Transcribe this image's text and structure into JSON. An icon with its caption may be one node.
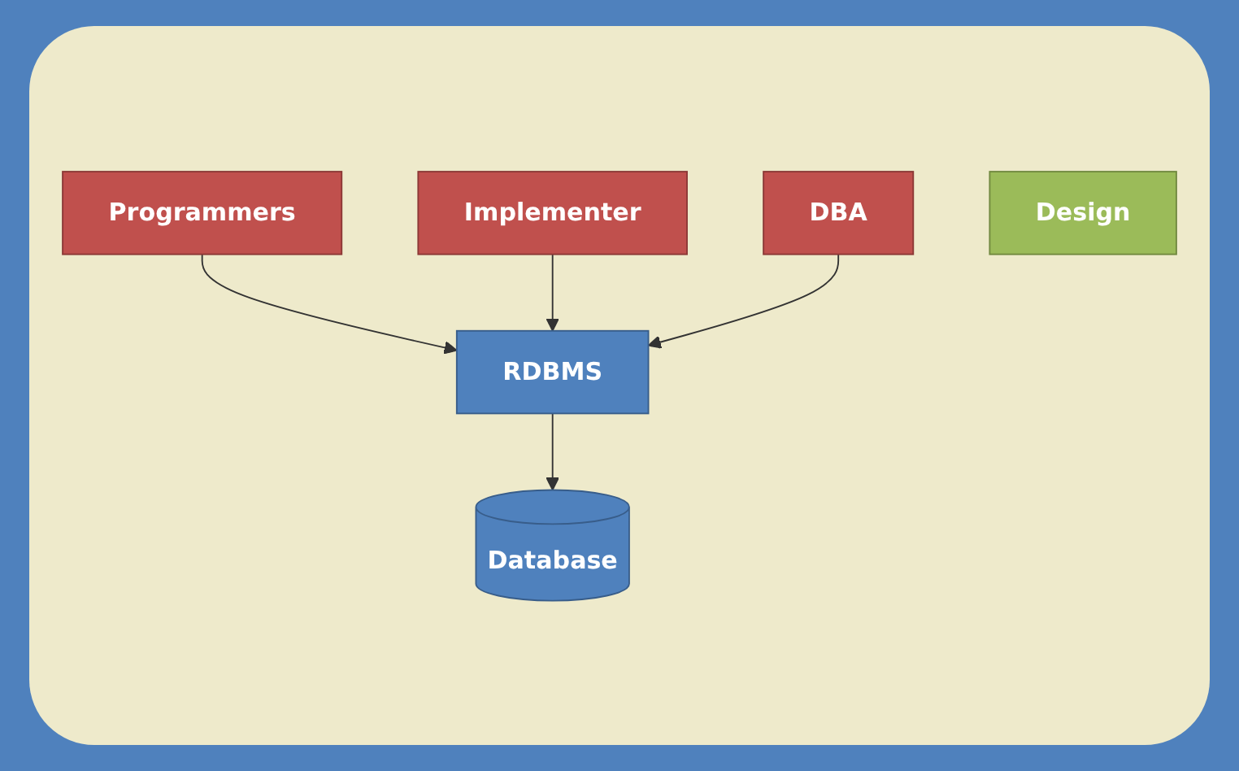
{
  "diagram": {
    "nodes": [
      {
        "text": [
          "Programmers"
        ]
      },
      {
        "text": [
          "Implementer"
        ]
      },
      {
        "text": [
          "DBA"
        ]
      },
      {
        "text": [
          "RDBMS"
        ]
      },
      {
        "text": [
          "Database"
        ]
      },
      {
        "text": [
          "Design"
        ]
      }
    ],
    "edges": [
      {
        "from": 0,
        "to": 3,
        "arrow": "to"
      },
      {
        "from": 1,
        "to": 3,
        "arrow": "to"
      },
      {
        "from": 2,
        "to": 3,
        "arrow": "to"
      },
      {
        "from": 3,
        "to": 4,
        "arrow": "to"
      }
    ]
  }
}
